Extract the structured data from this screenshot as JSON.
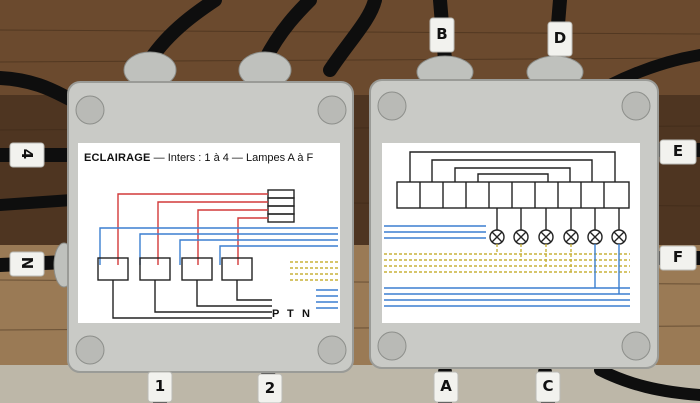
{
  "left_box": {
    "title": "ECLAIRAGE",
    "subtitle": "—  Inters : 1 à 4  —  Lampes A à F",
    "terminals": [
      "P",
      "T",
      "N"
    ]
  },
  "cable_tags": {
    "top_b": "B",
    "top_d": "D",
    "left_4": "4",
    "left_n": "N",
    "right_e": "E",
    "right_f": "F",
    "bottom_1": "1",
    "bottom_2": "2",
    "bottom_a": "A",
    "bottom_c": "C"
  },
  "colors": {
    "wood": "#6b4a2e",
    "box_gray": "#c9cac6",
    "cable": "#111111",
    "wire_red": "#d23a3a",
    "wire_blue": "#3b7fd0",
    "wire_black": "#222222",
    "wire_yellow": "#c8b23a"
  }
}
